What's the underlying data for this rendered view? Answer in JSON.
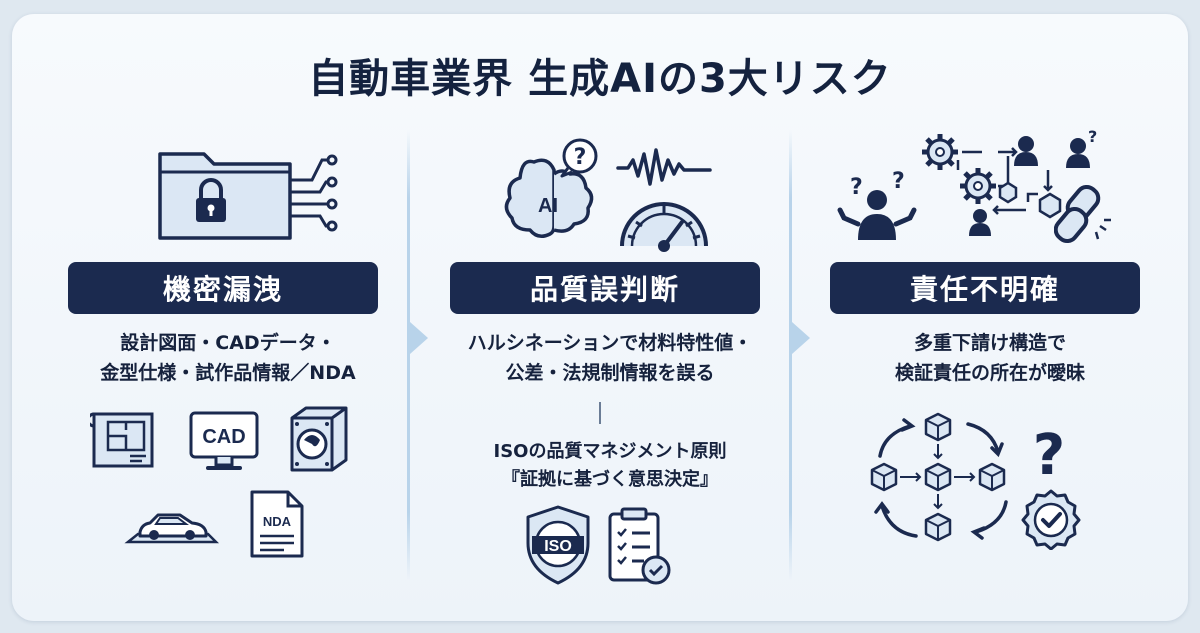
{
  "title": "自動車業界 生成AIの3大リスク",
  "columns": [
    {
      "heading": "機密漏洩",
      "desc_lines": [
        "設計図面・CADデータ・",
        "金型仕様・試作品情報／NDA"
      ],
      "icon_labels": {
        "cad": "CAD",
        "nda": "NDA"
      },
      "icons": [
        "folder-lock-icon",
        "blueprint-icon",
        "cad-monitor-icon",
        "mold-icon",
        "car-icon",
        "nda-document-icon"
      ]
    },
    {
      "heading": "品質誤判断",
      "desc_lines": [
        "ハルシネーションで材料特性値・",
        "公差・法規制情報を誤る"
      ],
      "sub_lines": [
        "ISOの品質マネジメント原則",
        "『証拠に基づく意思決定』"
      ],
      "icon_labels": {
        "ai": "AI",
        "iso": "ISO"
      },
      "icons": [
        "ai-brain-icon",
        "waveform-icon",
        "gauge-icon",
        "iso-shield-icon",
        "checklist-icon"
      ]
    },
    {
      "heading": "責任不明確",
      "desc_lines": [
        "多重下請け構造で",
        "検証責任の所在が曖昧"
      ],
      "icons": [
        "confused-person-icon",
        "gear-network-icon",
        "broken-chain-icon",
        "supply-cycle-icon",
        "question-mark-icon",
        "verified-badge-icon"
      ]
    }
  ],
  "colors": {
    "navy": "#1b2a4f",
    "accent": "#b8d3ea",
    "icon_fill": "#dbe7f4"
  }
}
